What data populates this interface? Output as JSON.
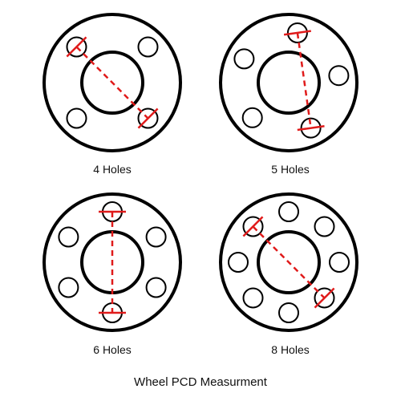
{
  "title": "Wheel PCD Measurment",
  "colors": {
    "outline": "#000000",
    "measure": "#e01b1b",
    "background": "#ffffff"
  },
  "wheels": [
    {
      "id": "4-holes",
      "label": "4 Holes",
      "holes": 4,
      "measured_holes": [
        0,
        2
      ]
    },
    {
      "id": "5-holes",
      "label": "5 Holes",
      "holes": 5,
      "measured_holes": [
        0,
        2
      ]
    },
    {
      "id": "6-holes",
      "label": "6 Holes",
      "holes": 6,
      "measured_holes": [
        0,
        3
      ]
    },
    {
      "id": "8-holes",
      "label": "8 Holes",
      "holes": 8,
      "measured_holes": [
        0,
        4
      ]
    }
  ]
}
